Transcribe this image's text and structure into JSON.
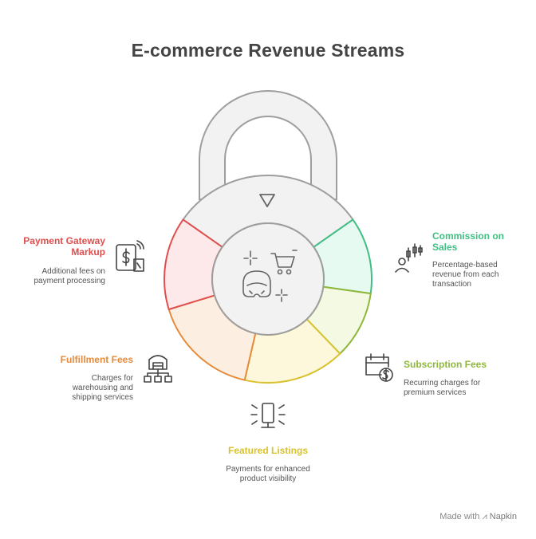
{
  "title": "E-commerce Revenue Streams",
  "items": [
    {
      "label": "Payment Gateway Markup",
      "description": "Additional fees on payment processing",
      "color": "#e04e4e",
      "icon": "payment-terminal-icon"
    },
    {
      "label": "Commission on Sales",
      "description": "Percentage-based revenue from each transaction",
      "color": "#3fbf83",
      "icon": "candlestick-person-icon"
    },
    {
      "label": "Fulfillment Fees",
      "description": "Charges for warehousing and shipping services",
      "color": "#e58a3a",
      "icon": "warehouse-network-icon"
    },
    {
      "label": "Subscription Fees",
      "description": "Recurring charges for premium services",
      "color": "#8fb83a",
      "icon": "calendar-dollar-icon"
    },
    {
      "label": "Featured Listings",
      "description": "Payments for enhanced product visibility",
      "color": "#d9c22e",
      "icon": "spotlight-sign-icon"
    }
  ],
  "center_icons": [
    "vr-headset-icon",
    "shopping-cart-icon"
  ],
  "footer": {
    "made_with": "Made with",
    "brand": "Napkin"
  }
}
